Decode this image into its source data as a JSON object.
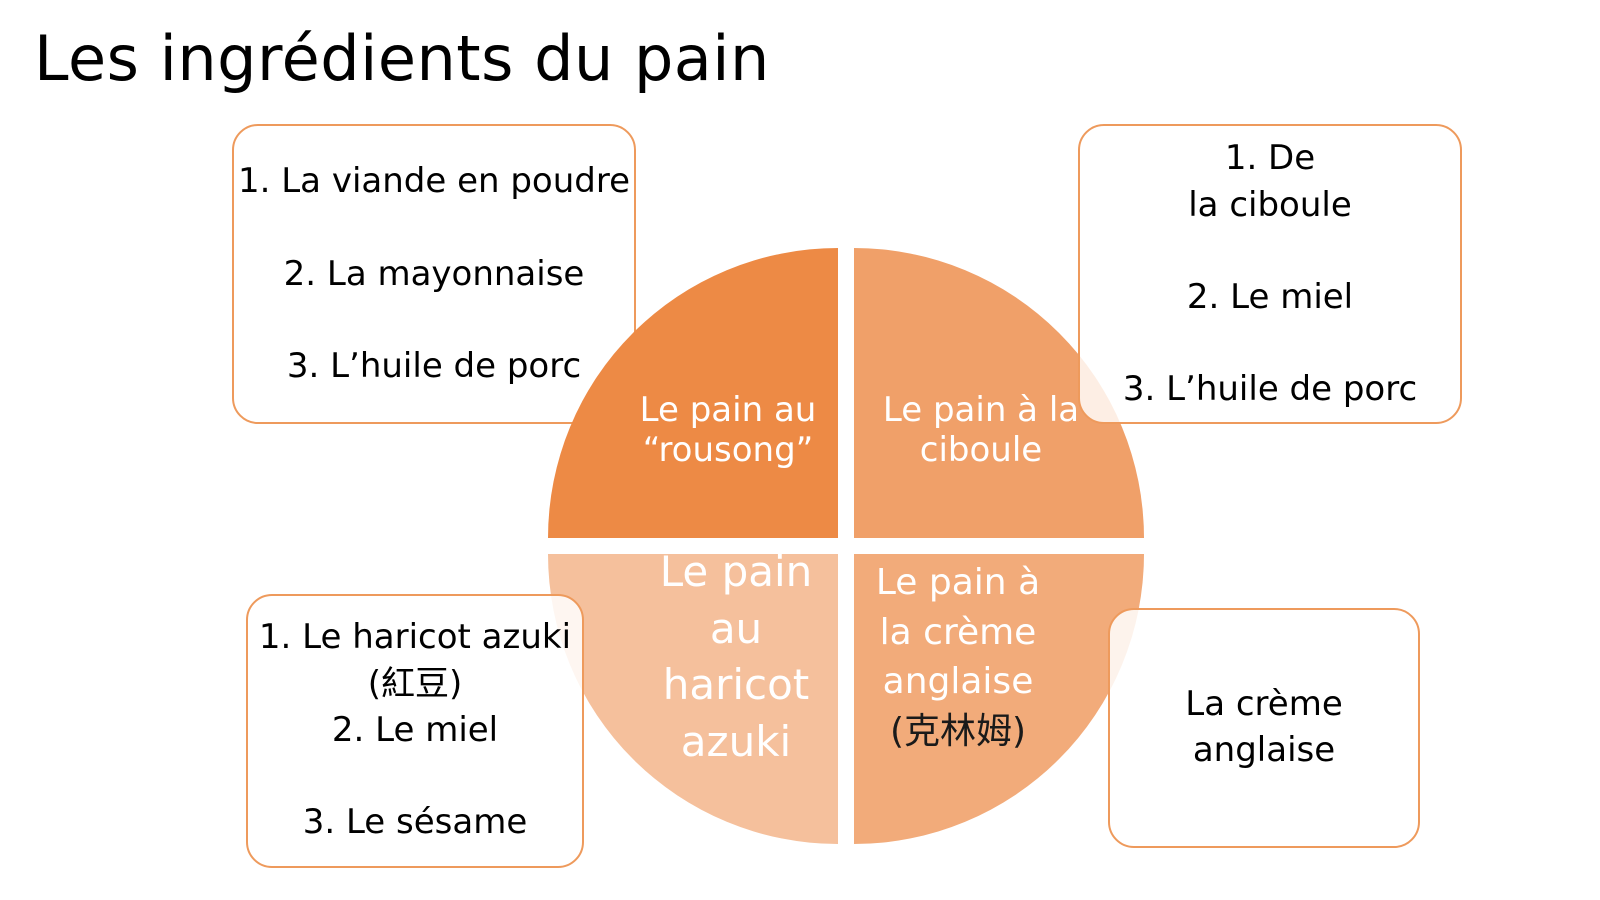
{
  "title": "Les ingrédients du pain",
  "colors": {
    "quadrant_top_left": "#ed8a45",
    "quadrant_top_right": "#f0a069",
    "quadrant_bottom_left": "#f5c09c",
    "quadrant_bottom_right": "#f2ab7a",
    "box_border": "#ee9a5c",
    "label_light": "#ffffff",
    "label_dark": "#1a1a1a"
  },
  "quadrants": [
    {
      "id": "top-left",
      "lines": [
        "Le pain au",
        "“rousong”"
      ]
    },
    {
      "id": "top-right",
      "lines": [
        "Le pain à la",
        "ciboule"
      ]
    },
    {
      "id": "bottom-left",
      "lines": [
        "Le pain",
        "au",
        "haricot",
        "azuki"
      ]
    },
    {
      "id": "bottom-right",
      "lines": [
        "Le pain à",
        "la crème",
        "anglaise",
        "(克林姆)"
      ]
    }
  ],
  "boxes": [
    {
      "id": "top-left",
      "lines": [
        "1. La viande en poudre",
        "",
        "2. La mayonnaise",
        "",
        "3. L’huile de porc"
      ]
    },
    {
      "id": "top-right",
      "lines": [
        "1. De",
        "la ciboule",
        "",
        "2. Le miel",
        "",
        "3. L’huile de porc"
      ]
    },
    {
      "id": "bottom-left",
      "lines": [
        "1. Le haricot azuki",
        "(紅豆)",
        "2. Le miel",
        "",
        "3. Le sésame"
      ]
    },
    {
      "id": "bottom-right",
      "lines": [
        "La crème",
        " anglaise"
      ]
    }
  ]
}
